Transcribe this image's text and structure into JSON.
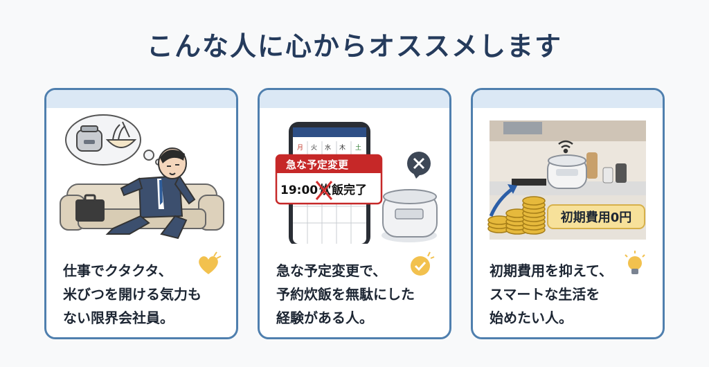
{
  "title": "こんな人に心からオススメします",
  "cards": [
    {
      "illustration": "tired-office-worker-on-sofa",
      "thought_icons": [
        "rice-cooker-icon",
        "ramen-icon"
      ],
      "badge_icon": "heart-icon",
      "badge_color": "#f2c14e",
      "lines": [
        "仕事でクタクタ、",
        "米びつを開ける気力も",
        "ない限界会社員。"
      ]
    },
    {
      "illustration": "smartphone-calendar-and-rice-cooker",
      "weekdays": [
        "月",
        "火",
        "水",
        "木",
        "土"
      ],
      "alert_title": "急な予定変更",
      "alert_time": "19:00",
      "alert_struck_char": "炊",
      "alert_rest": "飯完了",
      "badge_icon": "check-circle-icon",
      "badge_color": "#f2c14e",
      "lines": [
        "急な予定変更で、",
        "予約炊飯を無駄にした",
        "経験がある人。"
      ]
    },
    {
      "illustration": "kitchen-with-smart-rice-cooker-and-coins",
      "price_tag": "初期費用0円",
      "badge_icon": "lightbulb-icon",
      "badge_color": "#f2c14e",
      "lines": [
        "初期費用を抑えて、",
        "スマートな生活を",
        "始めたい人。"
      ]
    }
  ]
}
